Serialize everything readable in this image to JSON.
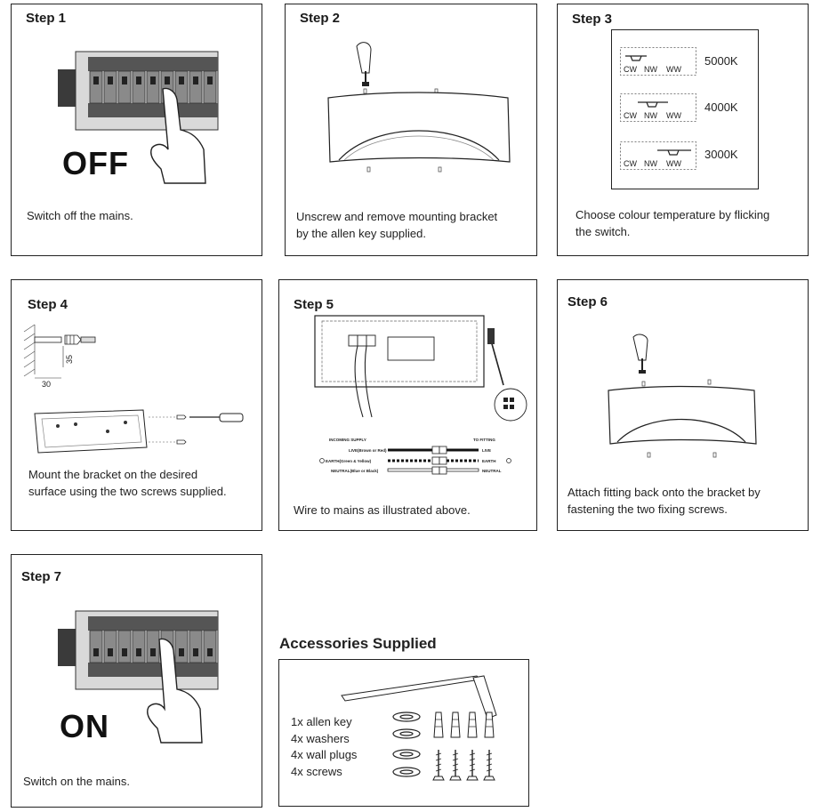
{
  "steps": {
    "step1": {
      "title": "Step 1",
      "caption": "Switch off the mains.",
      "word": "OFF"
    },
    "step2": {
      "title": "Step 2",
      "caption_line1": "Unscrew and remove mounting bracket",
      "caption_line2": "by the allen key supplied."
    },
    "step3": {
      "title": "Step 3",
      "caption_line1": "Choose colour temperature by flicking",
      "caption_line2": "the switch.",
      "switch_labels": [
        "CW",
        "NW",
        "WW"
      ],
      "temperatures": [
        "5000K",
        "4000K",
        "3000K"
      ]
    },
    "step4": {
      "title": "Step 4",
      "caption_line1": "Mount the bracket on the desired",
      "caption_line2": "surface using the two screws supplied.",
      "dim_30": "30",
      "dim_35": "35"
    },
    "step5": {
      "title": "Step 5",
      "caption": "Wire to mains as illustrated above.",
      "incoming": "INCOMING SUPPLY",
      "to_fitting": "TO FITTING",
      "live_in": "LIVE(Brown or Red)",
      "earth_in": "EARTH(Green & Yellow)",
      "neutral_in": "NEUTRAL(Blue or Black)",
      "live_out": "LIVE",
      "earth_out": "EARTH",
      "neutral_out": "NEUTRAL"
    },
    "step6": {
      "title": "Step 6",
      "caption_line1": "Attach fitting back onto the bracket by",
      "caption_line2": "fastening the two fixing screws."
    },
    "step7": {
      "title": "Step 7",
      "caption": "Switch on the mains.",
      "word": "ON"
    }
  },
  "accessories": {
    "heading": "Accessories Supplied",
    "items": [
      "1x allen key",
      "4x washers",
      "4x wall plugs",
      "4x screws"
    ]
  }
}
